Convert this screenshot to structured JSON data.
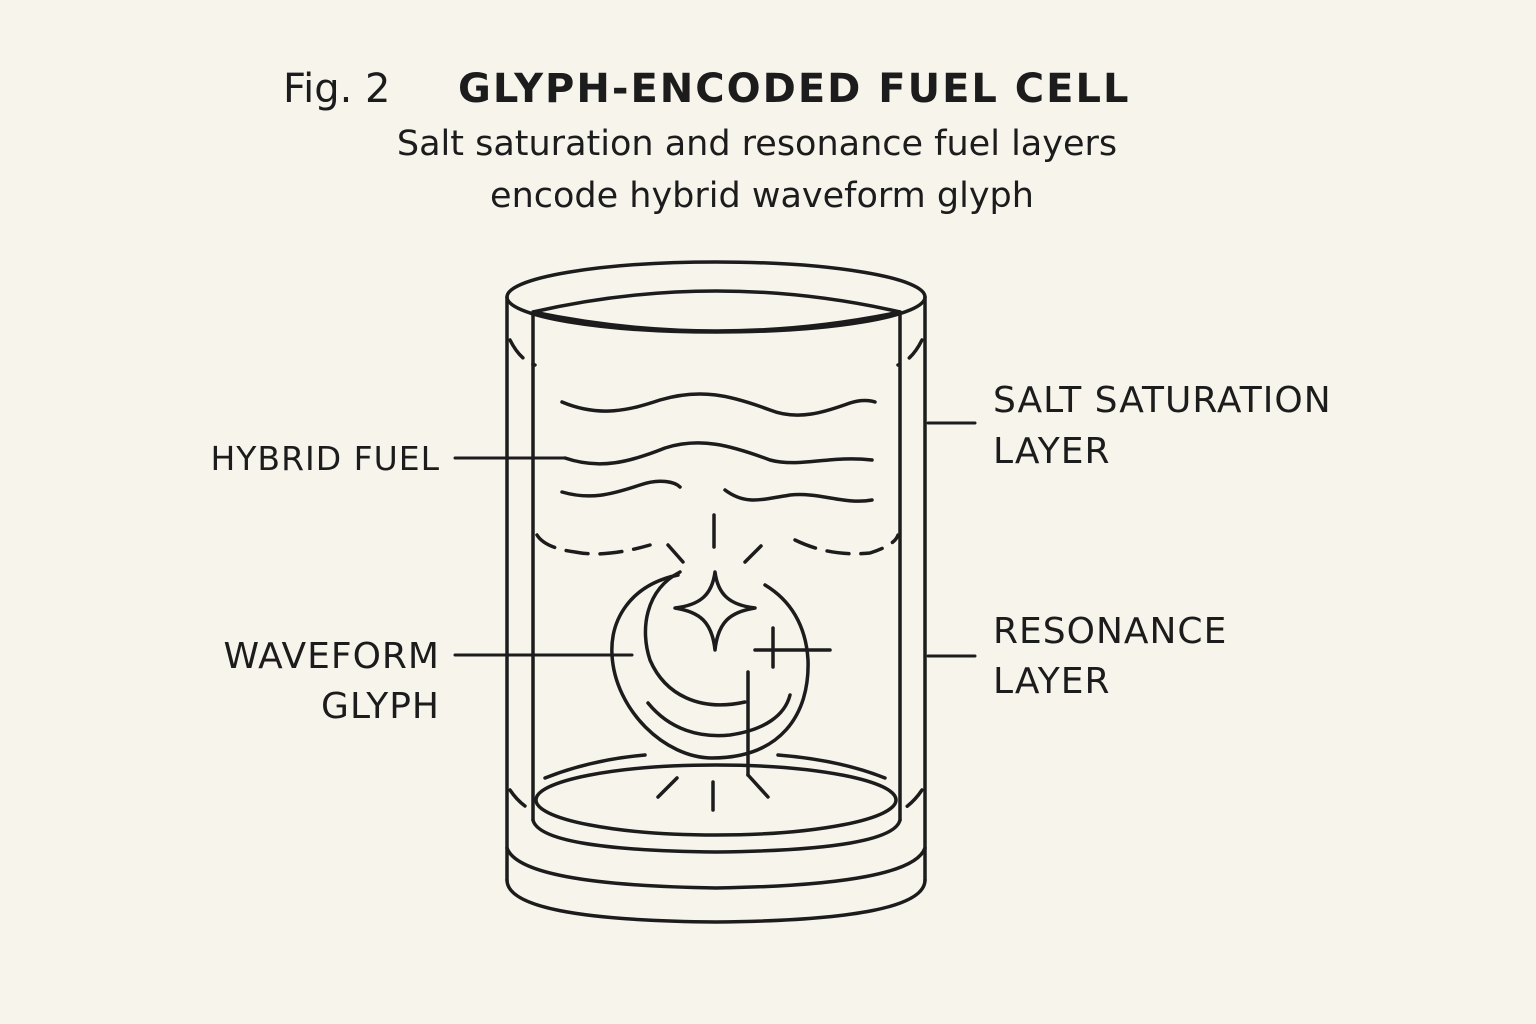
{
  "figure": {
    "number": "Fig. 2",
    "title": "GLYPH-ENCODED FUEL CELL",
    "subtitle_line1": "Salt saturation and resonance fuel layers",
    "subtitle_line2": "encode hybrid waveform glyph"
  },
  "labels": {
    "hybrid_fuel": "HYBRID FUEL",
    "waveform_line1": "WAVEFORM",
    "waveform_line2": "GLYPH",
    "salt_line1": "SALT SATURATION",
    "salt_line2": "LAYER",
    "resonance_line1": "RESONANCE",
    "resonance_line2": "LAYER"
  },
  "colors": {
    "background": "#f7f4ec",
    "ink": "#1c1c1c"
  }
}
